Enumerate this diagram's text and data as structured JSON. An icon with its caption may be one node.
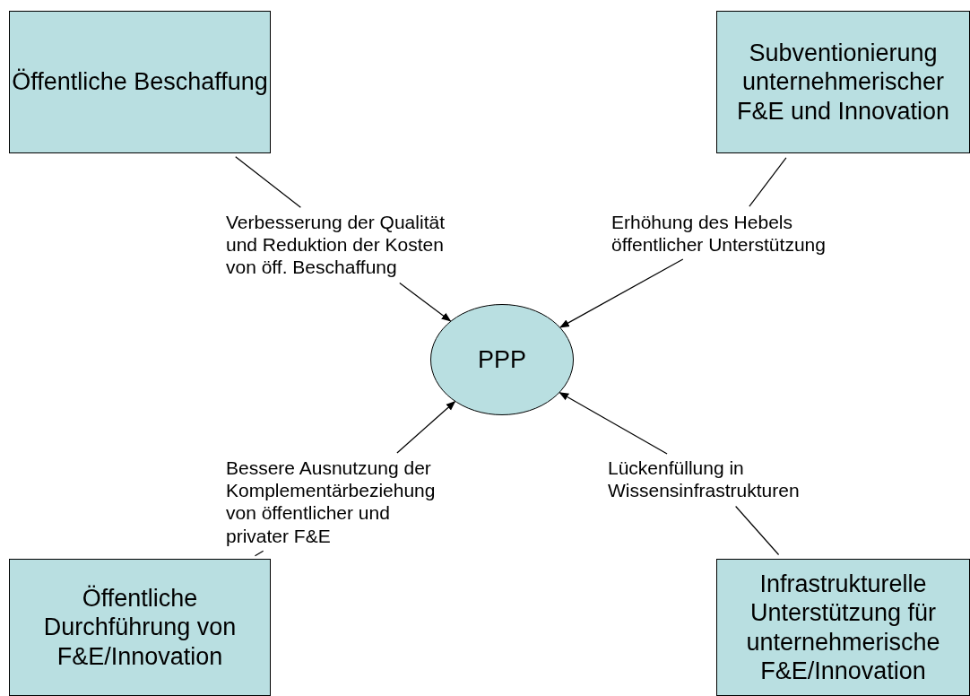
{
  "diagram": {
    "nodes": [
      {
        "text": [
          "Öffentliche Beschaffung"
        ]
      },
      {
        "text": [
          "Subventionierung unternehmerischer F&E und Innovation"
        ]
      },
      {
        "text": [
          "Verbesserung der Qualität und Reduktion der Kosten von öff. Beschaffung"
        ]
      },
      {
        "text": [
          "Erhöhung des Hebels öffentlicher Unterstützung"
        ]
      },
      {
        "text": [
          "PPP"
        ]
      },
      {
        "text": [
          "Bessere Ausnutzung der Komplementärbeziehung von öffentlicher und privater F&E"
        ]
      },
      {
        "text": [
          "Lückenfüllung in Wissensinfrastrukturen"
        ]
      },
      {
        "text": [
          "Öffentliche Durchführung von F&E/Innovation"
        ]
      },
      {
        "text": [
          "Infrastrukturelle Unterstützung für unternehmerische F&E/Innovation"
        ]
      }
    ],
    "edges": [
      {
        "from": 0,
        "to": 2,
        "arrow": "none"
      },
      {
        "from": 2,
        "to": 4,
        "arrow": "to"
      },
      {
        "from": 1,
        "to": 3,
        "arrow": "none"
      },
      {
        "from": 3,
        "to": 4,
        "arrow": "to"
      },
      {
        "from": 5,
        "to": 4,
        "arrow": "to"
      },
      {
        "from": 6,
        "to": 4,
        "arrow": "to"
      },
      {
        "from": 5,
        "to": 7,
        "arrow": "none"
      },
      {
        "from": 6,
        "to": 8,
        "arrow": "none"
      }
    ]
  }
}
